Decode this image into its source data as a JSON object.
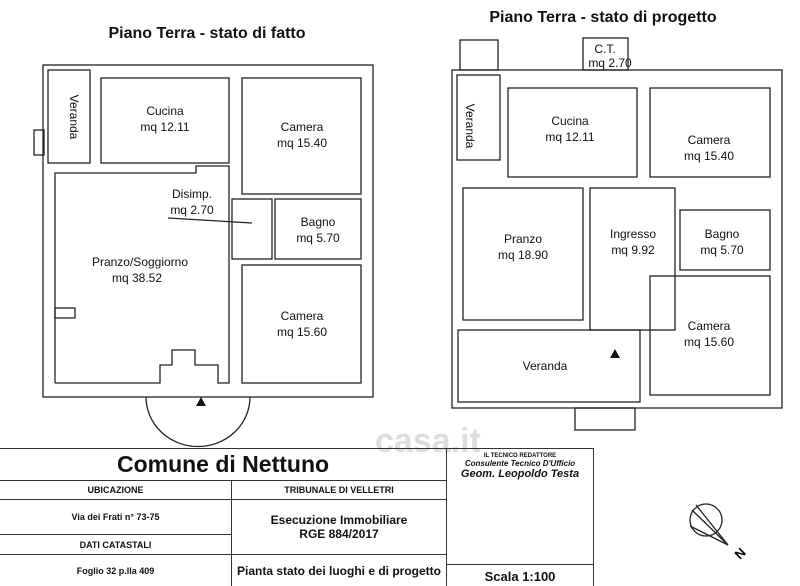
{
  "plan_existing": {
    "title": "Piano Terra - stato di fatto",
    "rooms": [
      {
        "name": "Veranda"
      },
      {
        "name": "Cucina",
        "area": "mq 12.11"
      },
      {
        "name": "Camera",
        "area": "mq 15.40"
      },
      {
        "name": "Disimp.",
        "area": "mq 2.70"
      },
      {
        "name": "Bagno",
        "area": "mq 5.70"
      },
      {
        "name": "Pranzo/Soggiorno",
        "area": "mq 38.52"
      },
      {
        "name": "Camera",
        "area": "mq 15.60"
      }
    ]
  },
  "plan_project": {
    "title": "Piano Terra - stato di progetto",
    "rooms": [
      {
        "name": "C.T.",
        "area": "mq 2.70"
      },
      {
        "name": "Veranda"
      },
      {
        "name": "Cucina",
        "area": "mq 12.11"
      },
      {
        "name": "Camera",
        "area": "mq 15.40"
      },
      {
        "name": "Pranzo",
        "area": "mq 18.90"
      },
      {
        "name": "Ingresso",
        "area": "mq 9.92"
      },
      {
        "name": "Bagno",
        "area": "mq 5.70"
      },
      {
        "name": "Veranda"
      },
      {
        "name": "Camera",
        "area": "mq 15.60"
      }
    ]
  },
  "title_block": {
    "municipality": "Comune di Nettuno",
    "location_label": "UBICAZIONE",
    "court": "TRIBUNALE DI VELLETRI",
    "address": "Via dei Frati n° 73-75",
    "procedure": "Esecuzione Immobiliare",
    "rge": "RGE  884/2017",
    "cadastral_label": "DATI CATASTALI",
    "cadastral": "Foglio 32  p.lla 409",
    "drawing": "Pianta stato dei luoghi e di progetto",
    "tech_label": "IL TECNICO REDATTORE",
    "tech_role": "Consulente Tecnico D'Ufficio",
    "tech_name": "Geom. Leopoldo Testa",
    "scale": "Scala 1:100"
  },
  "compass": {
    "north": "N"
  },
  "watermark": "casa.it"
}
